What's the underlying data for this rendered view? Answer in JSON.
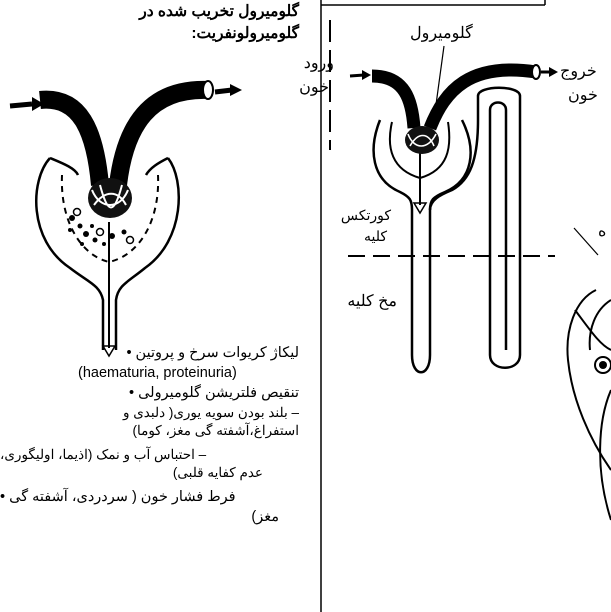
{
  "left_panel": {
    "title_line1": "گلومیرول تخریب شده در",
    "title_line2": "گلومیرولونفریت:",
    "bullets": [
      {
        "line1": "لیکاژ کریوات سرخ و پروتین",
        "line2": "(haematuria, proteinuria)"
      },
      {
        "line1": "تنقیص فلتریشن گلومیرولی"
      }
    ],
    "sub_items": [
      {
        "line1": "– بلند بودن سویه یوری( دلبدی و",
        "line2": "استفراغ،آشفته گی مغز، کوما)"
      },
      {
        "line1": "– احتباس آب و نمک (اذیما، اولیگوری،",
        "line2": "عدم کفایه قلبی)"
      }
    ],
    "bullet3": {
      "line1": "فرط فشار خون ( سردردی، آشفته گی",
      "line2": "مغز)"
    }
  },
  "right_panel": {
    "label_glomerulus": "گلومیرول",
    "label_inflow_1": "ورود",
    "label_inflow_2": "خون",
    "label_outflow_1": "خروج",
    "label_outflow_2": "خون",
    "label_cortex_1": "کورتکس",
    "label_cortex_2": "کلیه",
    "label_medulla": "مخ کلیه",
    "label_edge_fragment": "ه"
  }
}
